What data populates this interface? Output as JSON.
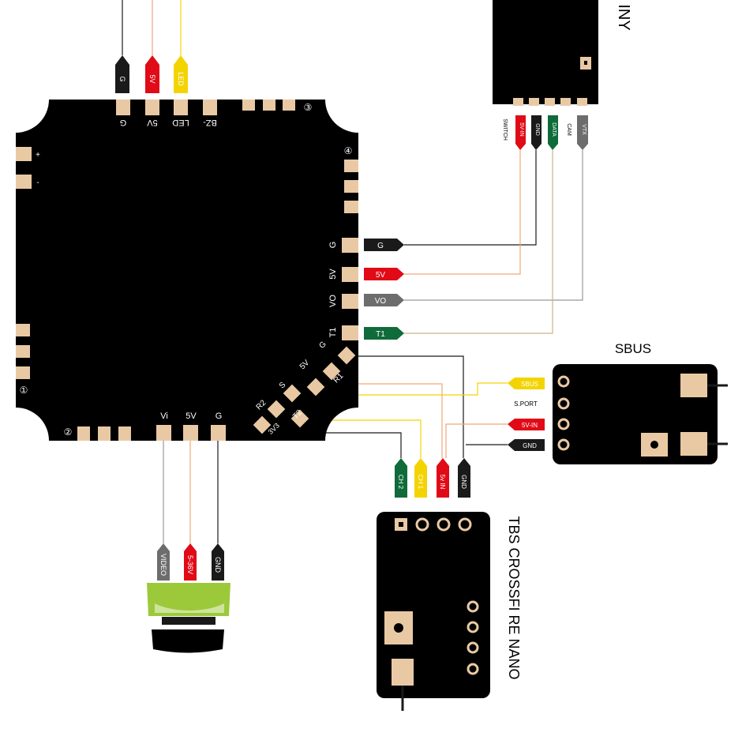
{
  "colors": {
    "board": "#000000",
    "pad": "#e9c9a4",
    "black_wire": "#1a1a1a",
    "red": "#e10a17",
    "yellow": "#f3d400",
    "gray": "#6d6d6d",
    "green": "#0f6b3a",
    "orange_wire": "#f0a878",
    "camera_green": "#9cc93a"
  },
  "fc": {
    "top_pads": [
      "G",
      "5V",
      "LED",
      "BZ-"
    ],
    "left_pads": [
      "+",
      "-"
    ],
    "right_pads": [
      "G",
      "5V",
      "VO",
      "T1"
    ],
    "diag_pads": [
      "G",
      "5V",
      "R1",
      "S",
      "R2",
      "T2",
      "3V3"
    ],
    "bottom_pads": [
      "Vi",
      "5V",
      "G"
    ],
    "corner_numbers": [
      "③",
      "④",
      "①",
      "②"
    ]
  },
  "led_tags": [
    "G",
    "5V",
    "LED"
  ],
  "vtx": {
    "title": "INY",
    "pin_labels": [
      "SWITCH",
      "5V-IN",
      "GND",
      "DATA",
      "CAM",
      "VTX"
    ]
  },
  "fc_right_tags": [
    "G",
    "5V",
    "VO",
    "T1"
  ],
  "sbus": {
    "title": "SBUS",
    "tags": [
      "SBUS",
      "5V-IN",
      "GND"
    ],
    "sport": "S.PORT"
  },
  "crsf": {
    "title": "TBS CROSSFI RE NANO",
    "tags": [
      "CH 2",
      "CH 1",
      "5v IN",
      "GND"
    ]
  },
  "camera": {
    "tags": [
      "VIDEO",
      "5-36V",
      "GND"
    ]
  }
}
